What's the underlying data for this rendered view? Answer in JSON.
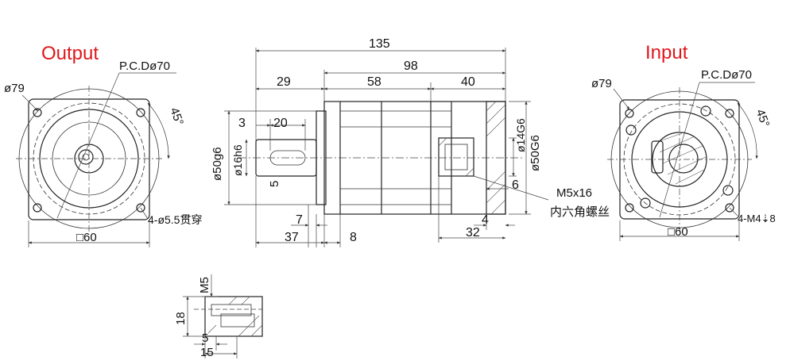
{
  "colors": {
    "title": "#e0171b",
    "line": "#222222"
  },
  "output_view": {
    "title": "Output",
    "pcd": "P.C.Dø70",
    "dia": "ø79",
    "angle": "45°",
    "holes": "4-ø5.5贯穿",
    "square": "□60"
  },
  "side_view": {
    "d135": "135",
    "d98": "98",
    "d29": "29",
    "d58": "58",
    "d40": "40",
    "d3": "3",
    "d20": "20",
    "d50g6_left": "ø50g6",
    "d16h6": "ø16h6",
    "d5": "5",
    "d7": "7",
    "d37": "37",
    "d8": "8",
    "d14g6": "ø14G6",
    "d50g6_right": "ø50G6",
    "d6": "6",
    "d4": "4",
    "d32": "32",
    "screw_spec": "M5x16",
    "screw_name": "内六角螺丝"
  },
  "input_view": {
    "title": "Input",
    "pcd": "P.C.Dø70",
    "dia": "ø79",
    "angle": "45°",
    "holes": "4-M4⇣8",
    "square": "□60"
  },
  "key_detail": {
    "m5": "M5",
    "d18": "18",
    "d5": "5",
    "d15": "15"
  }
}
